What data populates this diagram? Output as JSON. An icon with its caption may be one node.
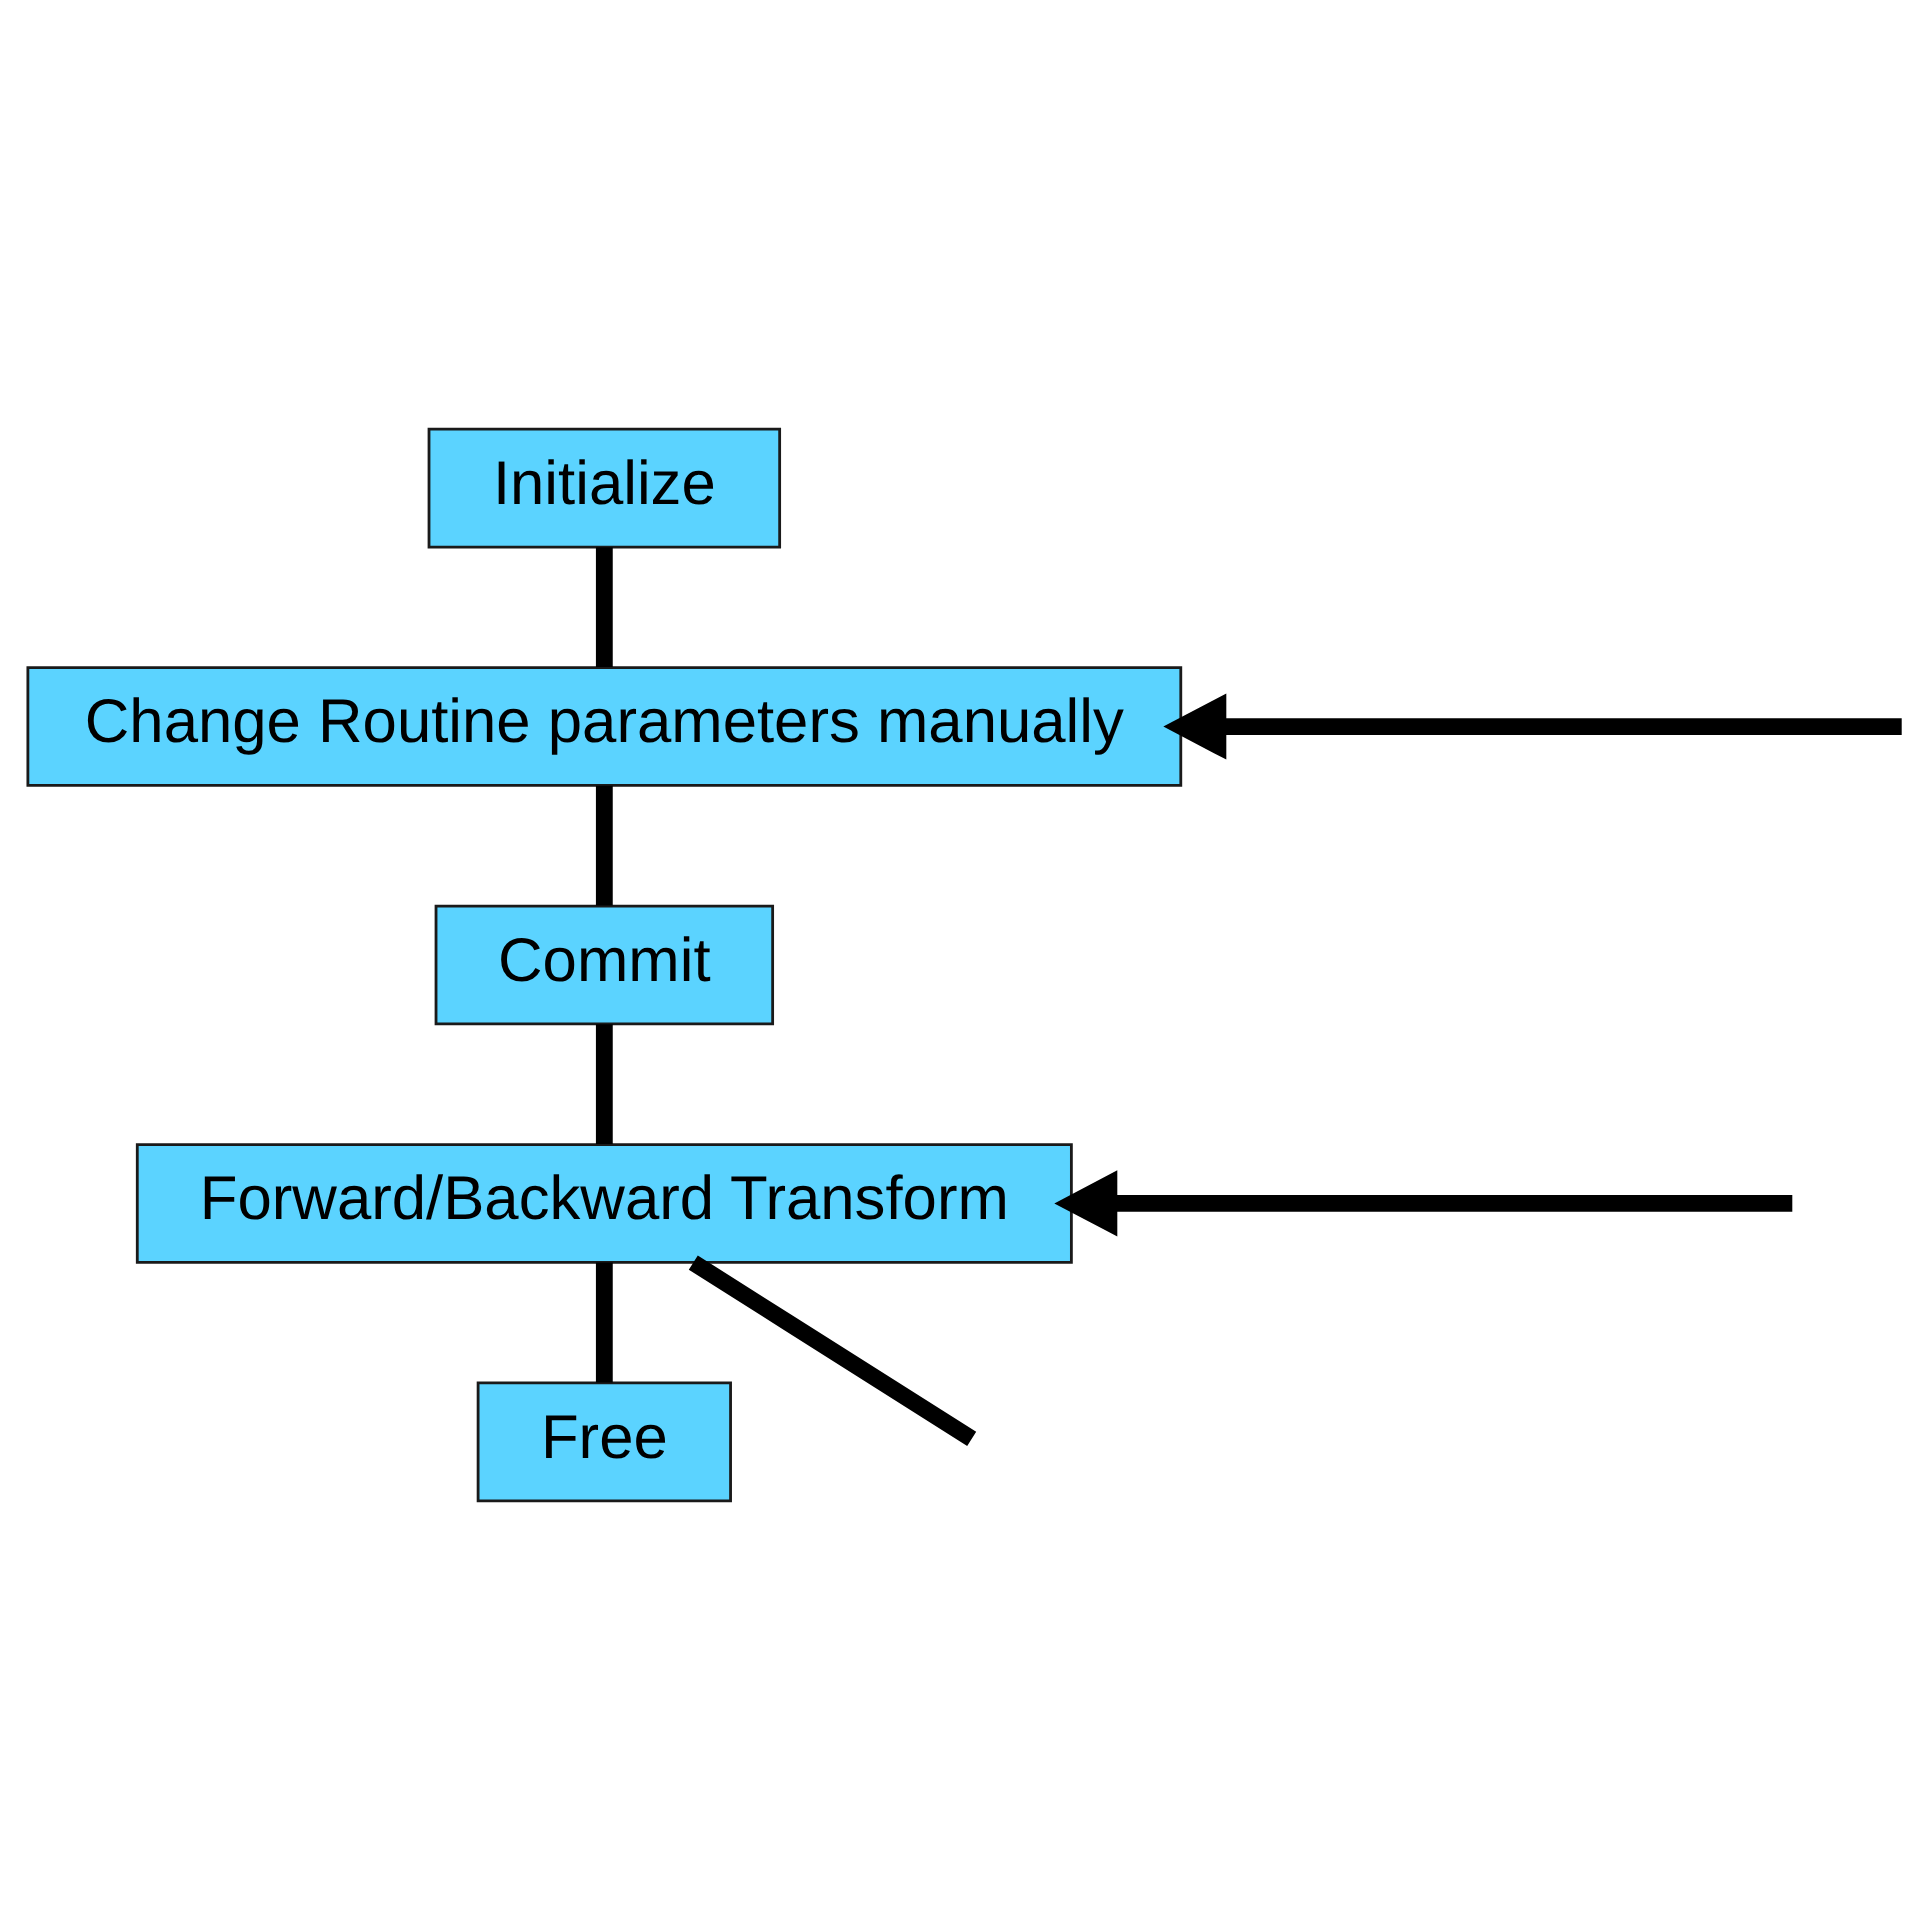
{
  "diagram": {
    "nodes": [
      {
        "text": [
          "Initialize"
        ]
      },
      {
        "text": [
          "Change Routine parameters manually"
        ]
      },
      {
        "text": [
          "Commit"
        ]
      },
      {
        "text": [
          "Forward/Backward Transform"
        ]
      },
      {
        "text": [
          "Free"
        ]
      }
    ],
    "edges": [
      {
        "from": 0,
        "to": 1,
        "arrow": "none"
      },
      {
        "from": 1,
        "to": 2,
        "arrow": "none"
      },
      {
        "from": 2,
        "to": 3,
        "arrow": "none"
      },
      {
        "from": 3,
        "to": 4,
        "arrow": "none"
      },
      {
        "from": null,
        "to": 1,
        "arrow": "to"
      },
      {
        "from": null,
        "to": 3,
        "arrow": "to"
      },
      {
        "from": 3,
        "to": null,
        "arrow": "none"
      }
    ]
  }
}
